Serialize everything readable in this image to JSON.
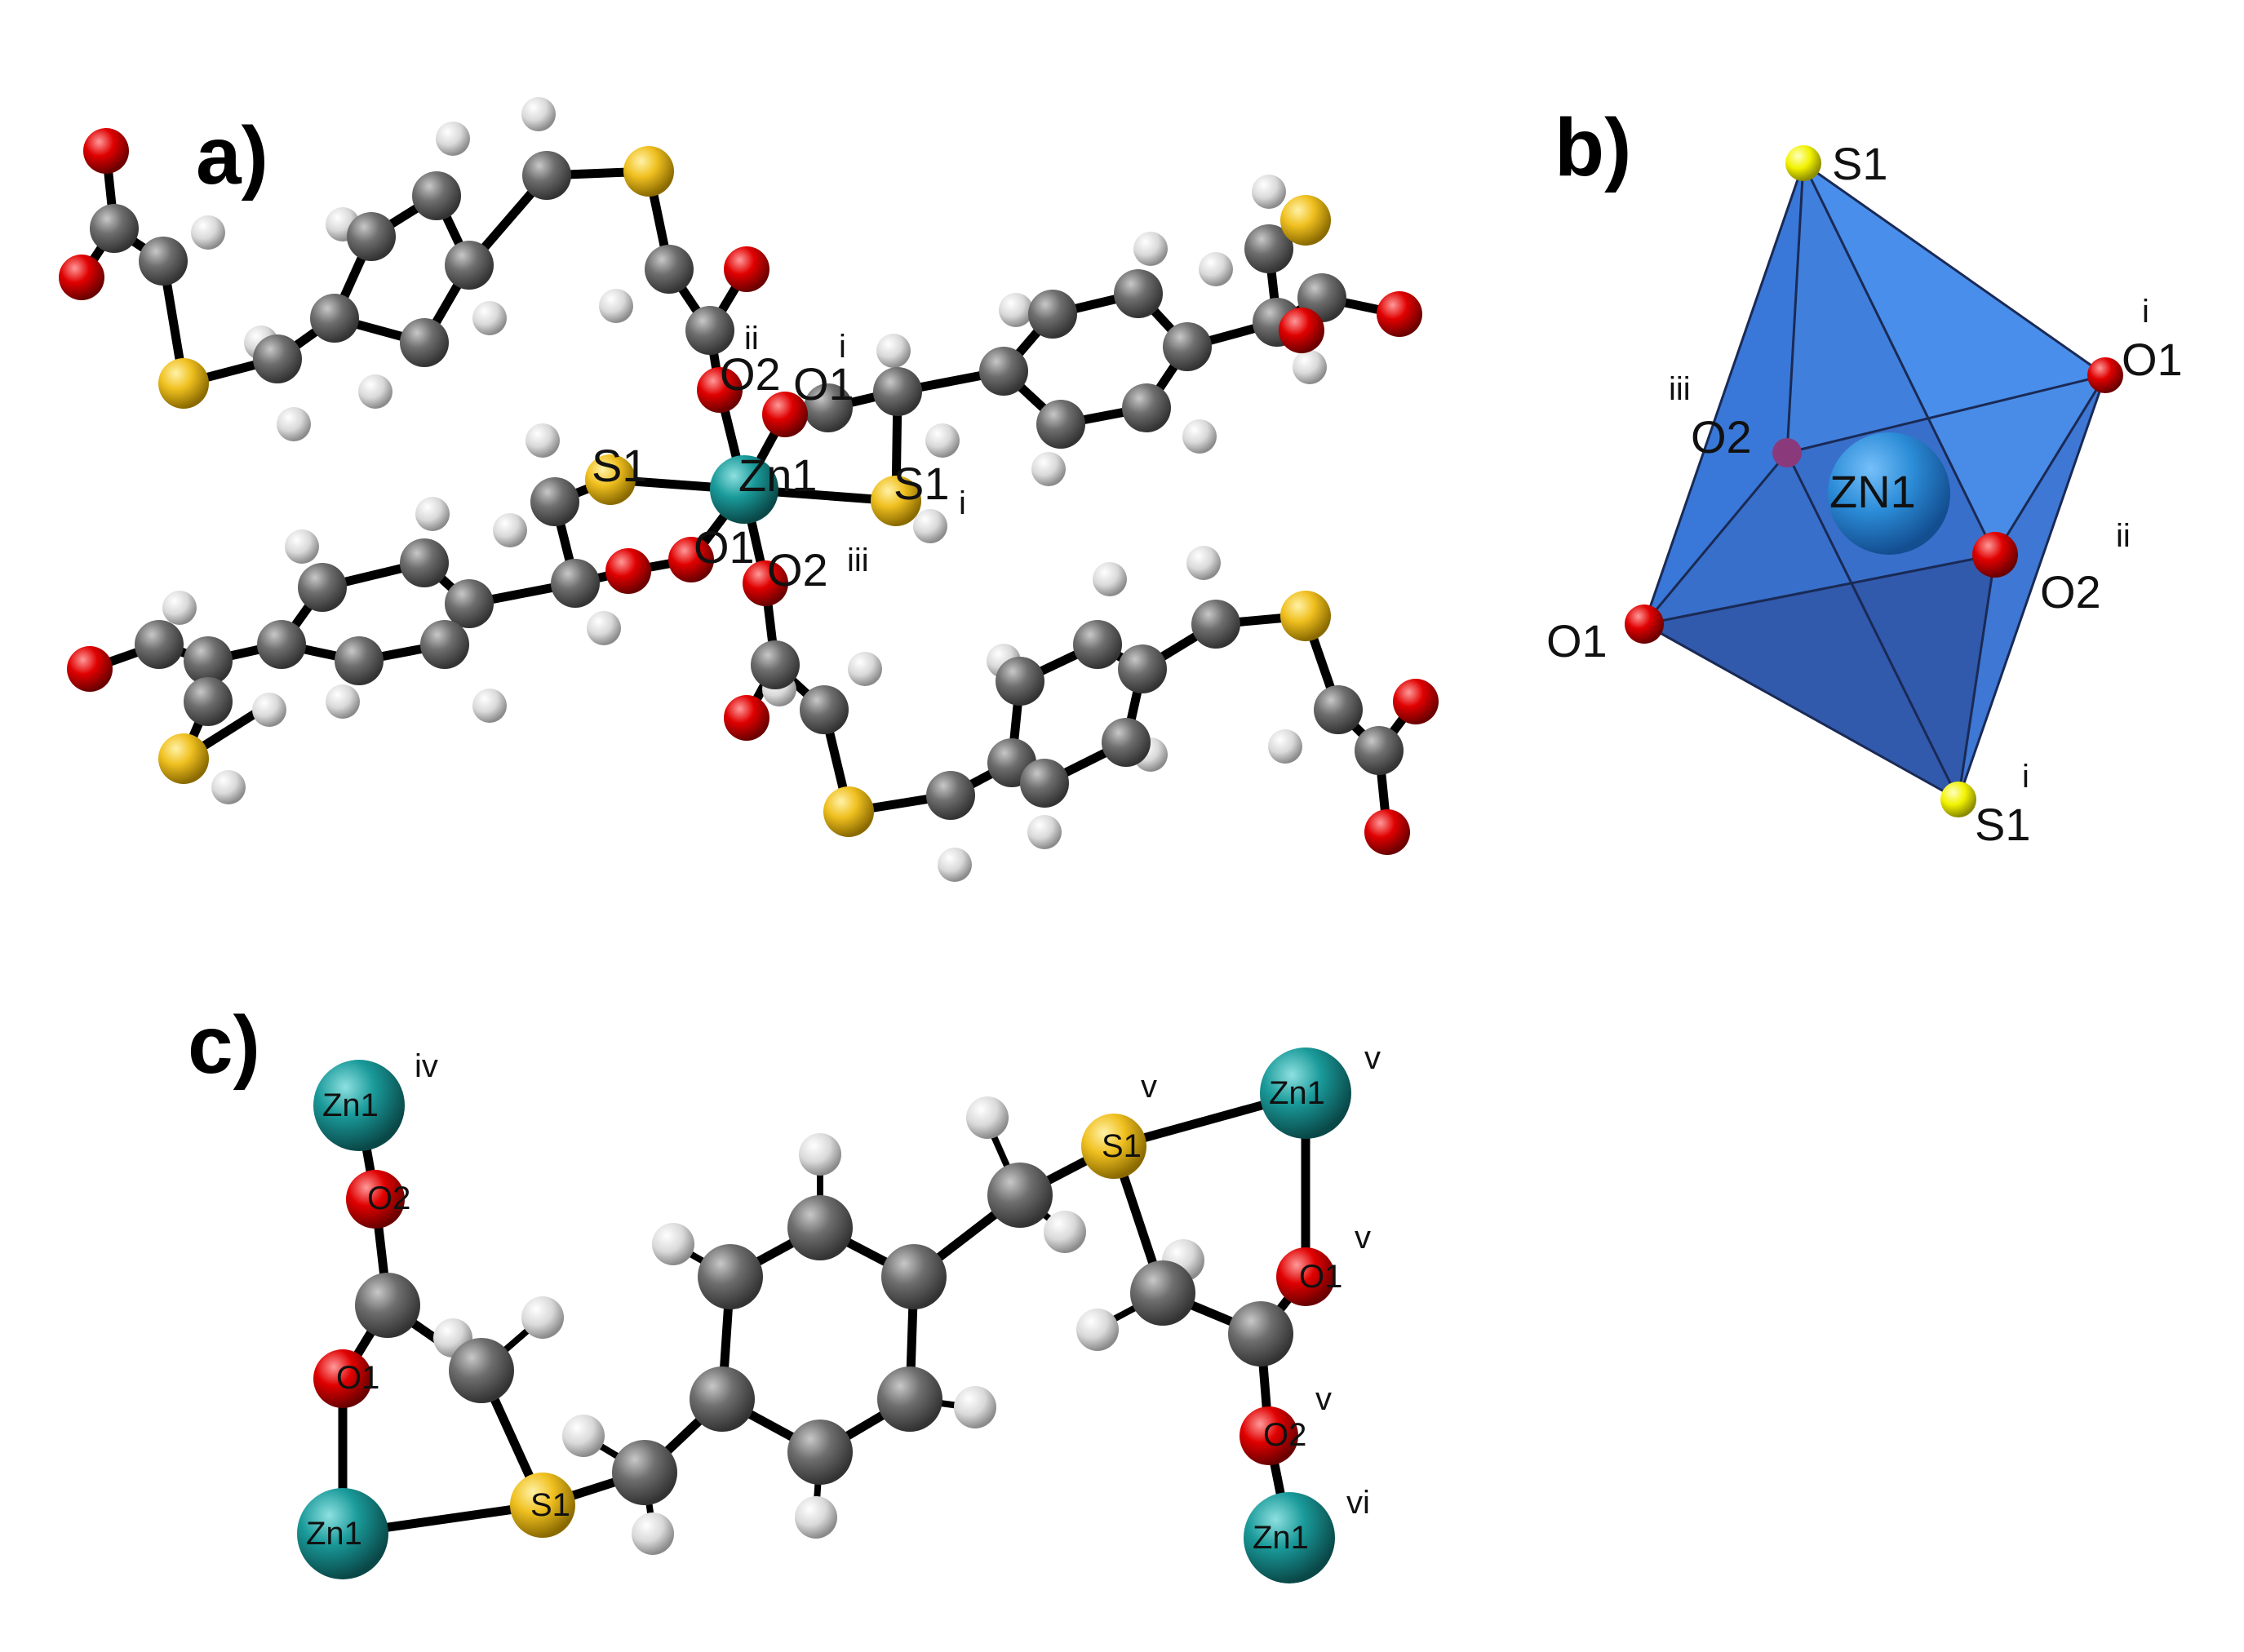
{
  "panels": {
    "a": {
      "label": "a)"
    },
    "b": {
      "label": "b)"
    },
    "c": {
      "label": "c)"
    }
  },
  "colors": {
    "carbon": "#6e6e6e",
    "hydrogen": "#d9d9d9",
    "oxygen": "#e00000",
    "sulfur": "#f0c020",
    "zinc": "#1a9a9a",
    "polyhedron": "#2f6fd0",
    "center_atom": "#2a8fd8"
  },
  "labels_a": {
    "zn1": "Zn1",
    "s1": "S1",
    "s1i": "S1",
    "s1i_sup": "i",
    "o2ii": "O2",
    "o2ii_sup": "ii",
    "o1i": "O1",
    "o1i_sup": "i",
    "o1": "O1",
    "o2iii": "O2",
    "o2iii_sup": "iii"
  },
  "labels_b": {
    "s1": "S1",
    "o1i": "O1",
    "o1i_sup": "i",
    "o2iii": "O2",
    "o2iii_sup": "iii",
    "zn1": "ZN1",
    "o2ii": "O2",
    "o2ii_sup": "ii",
    "o1": "O1",
    "s1i": "S1",
    "s1i_sup": "i"
  },
  "labels_c": {
    "zn1iv": "Zn1",
    "zn1iv_sup": "iv",
    "o2": "O2",
    "o1": "O1",
    "zn1": "Zn1",
    "s1": "S1",
    "s1v": "S1",
    "s1v_sup": "v",
    "zn1v": "Zn1",
    "zn1v_sup": "v",
    "o1v": "O1",
    "o1v_sup": "v",
    "o2v": "O2",
    "o2v_sup": "v",
    "zn1vi": "Zn1",
    "zn1vi_sup": "vi"
  }
}
